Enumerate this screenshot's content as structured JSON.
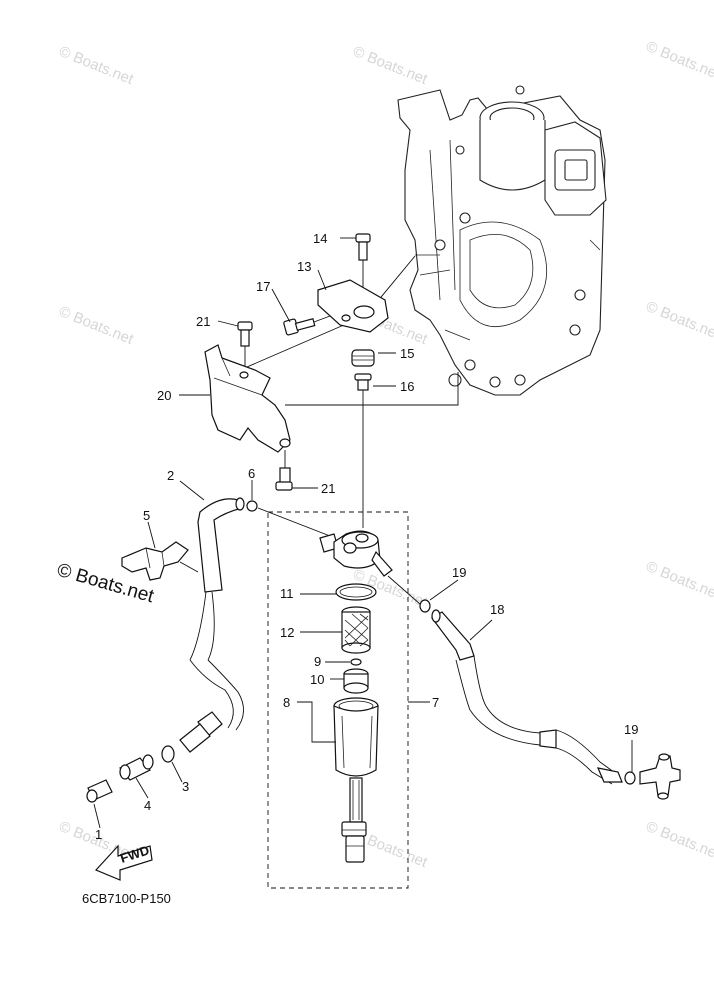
{
  "watermark": "© Boats.net",
  "reference_code": "6CB7100-P150",
  "fwd_label": "FWD",
  "callouts": [
    "1",
    "2",
    "3",
    "4",
    "5",
    "6",
    "7",
    "8",
    "9",
    "10",
    "11",
    "12",
    "13",
    "14",
    "15",
    "16",
    "17",
    "18",
    "19",
    "19",
    "20",
    "21",
    "21"
  ]
}
